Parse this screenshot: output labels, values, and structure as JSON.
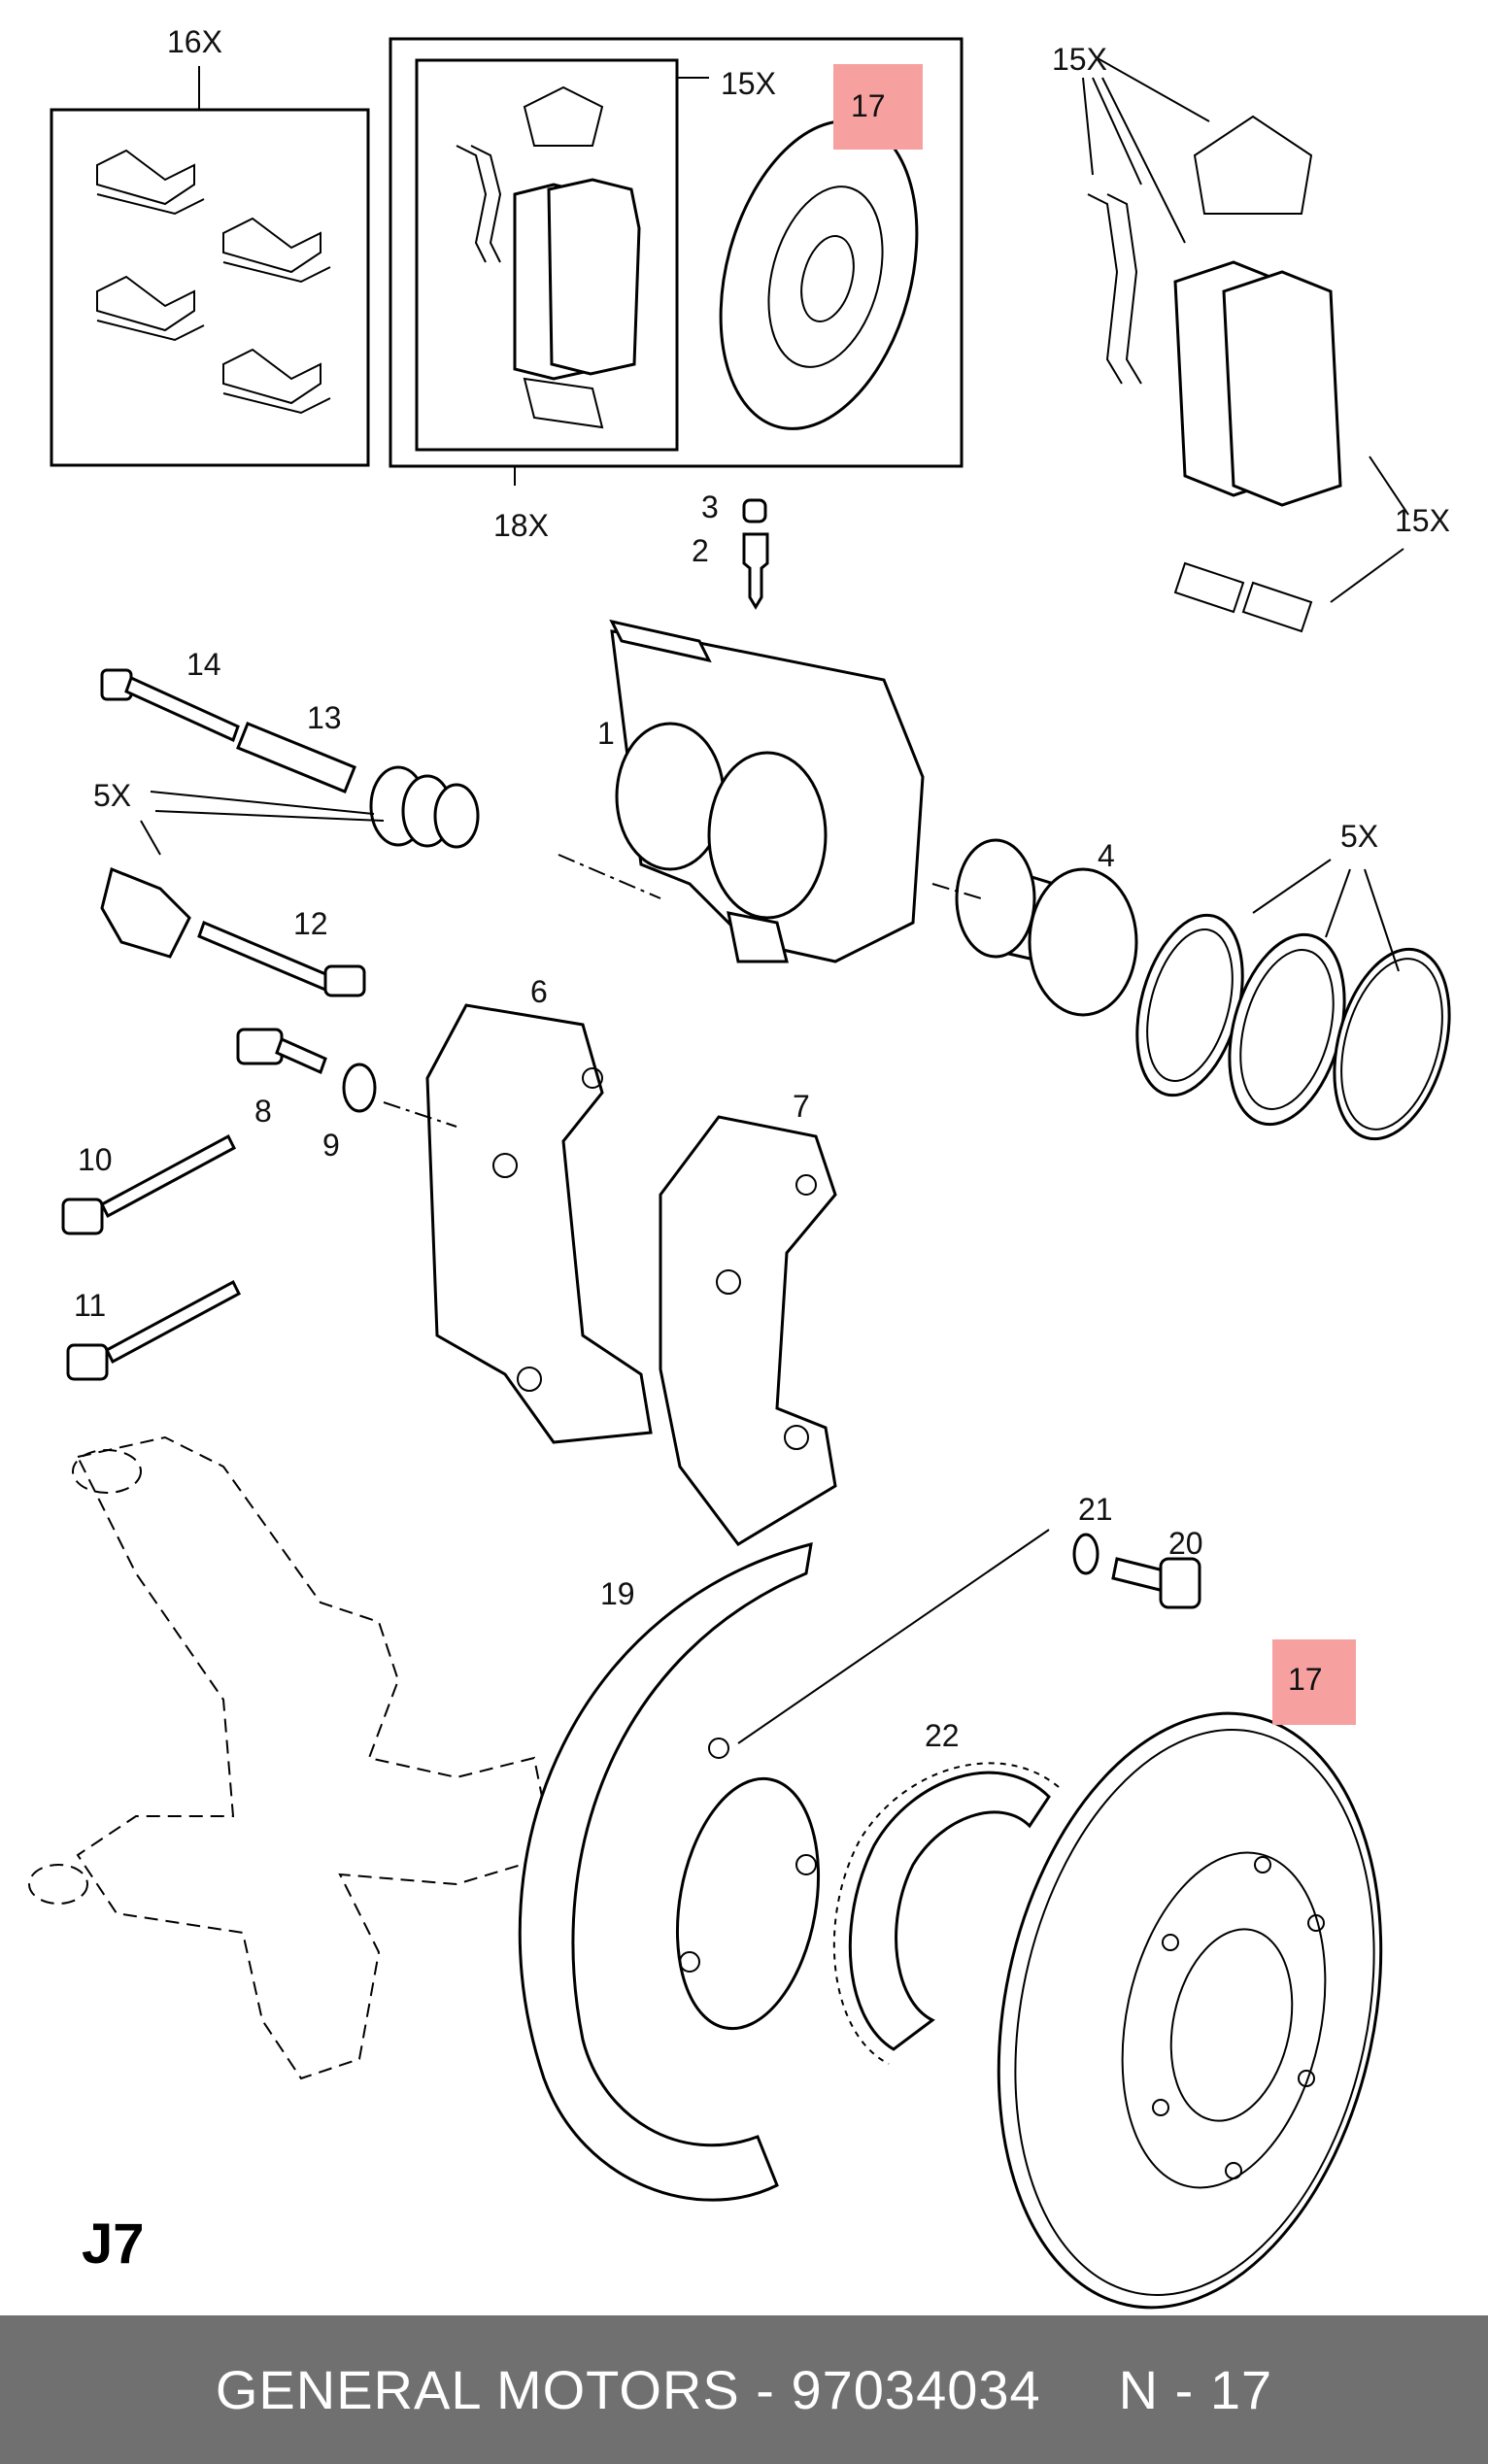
{
  "labels": {
    "l16x": "16X",
    "l15x_a": "15X",
    "l15x_b": "15X",
    "l15x_c": "15X",
    "l17_a": "17",
    "l17_b": "17",
    "l18x": "18X",
    "l3": "3",
    "l2": "2",
    "l1": "1",
    "l14": "14",
    "l13": "13",
    "l5x_a": "5X",
    "l5x_b": "5X",
    "l4": "4",
    "l12": "12",
    "l6": "6",
    "l8": "8",
    "l9": "9",
    "l10": "10",
    "l7": "7",
    "l11": "11",
    "l19": "19",
    "l21": "21",
    "l20": "20",
    "l22": "22"
  },
  "section_code": "J7",
  "highlight_color": "#f7a0a0",
  "footer": {
    "brand_part": "GENERAL MOTORS - 97034034",
    "ref": "N - 17"
  }
}
